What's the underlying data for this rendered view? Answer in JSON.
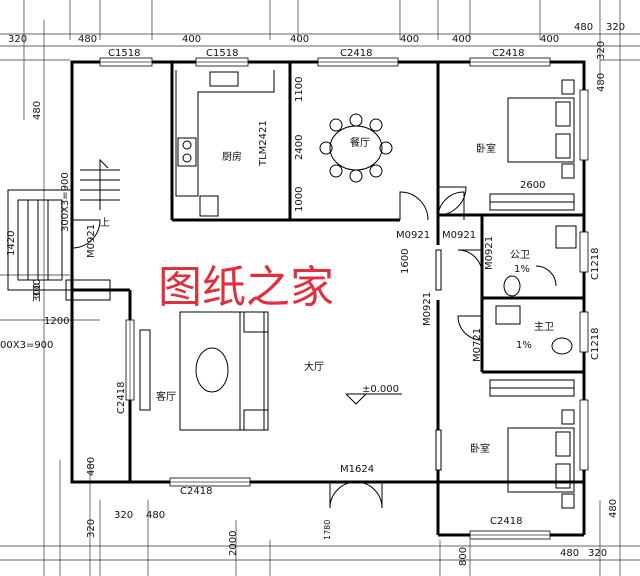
{
  "watermark": "图纸之家",
  "rooms": {
    "kitchen": "厨房",
    "dining": "餐厅",
    "bedroom_top": "卧室",
    "bedroom_bottom": "卧室",
    "public_bath": "公卫",
    "master_bath": "主卫",
    "living_room": "客厅",
    "hall": "大厅"
  },
  "labels": {
    "window_c1518_a": "C1518",
    "window_c1518_b": "C1518",
    "window_c2418_top": "C2418",
    "window_c2418_bed_top": "C2418",
    "window_c2418_left": "C2418",
    "window_c2418_bottom": "C2418",
    "window_c2418_bed_bottom": "C2418",
    "window_c1218_a": "C1218",
    "window_c1218_b": "C1218",
    "door_tlm": "TLM2421",
    "door_m0921_left": "M0921",
    "door_m0921_a": "M0921",
    "door_m0921_b": "M0921",
    "door_m0921_c": "M0921",
    "door_m0721": "M0721",
    "door_m1624": "M1624",
    "level": "±0.000",
    "slope_bath": "1%",
    "slope_master": "1%",
    "stair_up": "上",
    "stair_steps_a": "300X3=900",
    "stair_steps_b": "00X3=900"
  },
  "dimensions": {
    "top": [
      "320",
      "480",
      "400",
      "400",
      "400",
      "400",
      "400",
      "480",
      "320"
    ],
    "dining_v": [
      "1100",
      "2400",
      "1000"
    ],
    "bath_w": "2600",
    "bath_h": "1600",
    "right_v": [
      "480",
      "320"
    ],
    "left_v": [
      "1420",
      "300",
      "1200",
      "480",
      "320",
      "480"
    ],
    "bottom": [
      "320",
      "480",
      "2000",
      "1780",
      "800",
      "480",
      "320"
    ],
    "left_stair": "300"
  }
}
